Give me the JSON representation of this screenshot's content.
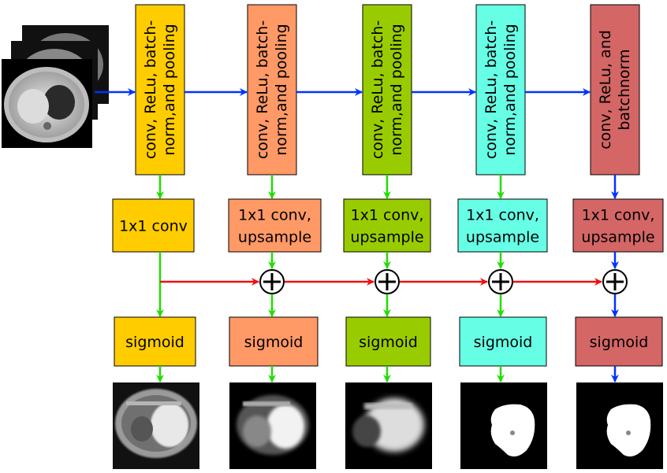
{
  "input": {
    "icon": "ct-scan-stack"
  },
  "encoder_blocks": [
    {
      "lines": [
        "conv, ReLu, batch-",
        "norm,and pooling"
      ],
      "color": "#FFCC00"
    },
    {
      "lines": [
        "conv, ReLu, batch-",
        "norm,and pooling"
      ],
      "color": "#FF9966"
    },
    {
      "lines": [
        "conv, ReLu, batch-",
        "norm,and pooling"
      ],
      "color": "#99CC00"
    },
    {
      "lines": [
        "conv, ReLu, batch-",
        "norm,and pooling"
      ],
      "color": "#66FFE6"
    },
    {
      "lines": [
        "conv, ReLu, and",
        "batchnorm"
      ],
      "color": "#D46666"
    }
  ],
  "side_blocks": [
    {
      "lines": [
        "1x1 conv"
      ],
      "color": "#FFCC00"
    },
    {
      "lines": [
        "1x1 conv,",
        "upsample"
      ],
      "color": "#FF9966"
    },
    {
      "lines": [
        "1x1 conv,",
        "upsample"
      ],
      "color": "#99CC00"
    },
    {
      "lines": [
        "1x1 conv,",
        "upsample"
      ],
      "color": "#66FFE6"
    },
    {
      "lines": [
        "1x1 conv,",
        "upsample"
      ],
      "color": "#D46666"
    }
  ],
  "sigmoid_blocks": [
    {
      "label": "sigmoid",
      "color": "#FFCC00"
    },
    {
      "label": "sigmoid",
      "color": "#FF9966"
    },
    {
      "label": "sigmoid",
      "color": "#99CC00"
    },
    {
      "label": "sigmoid",
      "color": "#66FFE6"
    },
    {
      "label": "sigmoid",
      "color": "#D46666"
    }
  ],
  "fusion_symbol": "⊕",
  "output_maps": [
    "noisy-liver-map",
    "coarse-liver-map",
    "blurry-liver-map",
    "liver-mask",
    "liver-mask"
  ],
  "arrow_colors": {
    "main": "#0033FF",
    "side": "#22DD00",
    "fusion": "#EE1111"
  }
}
